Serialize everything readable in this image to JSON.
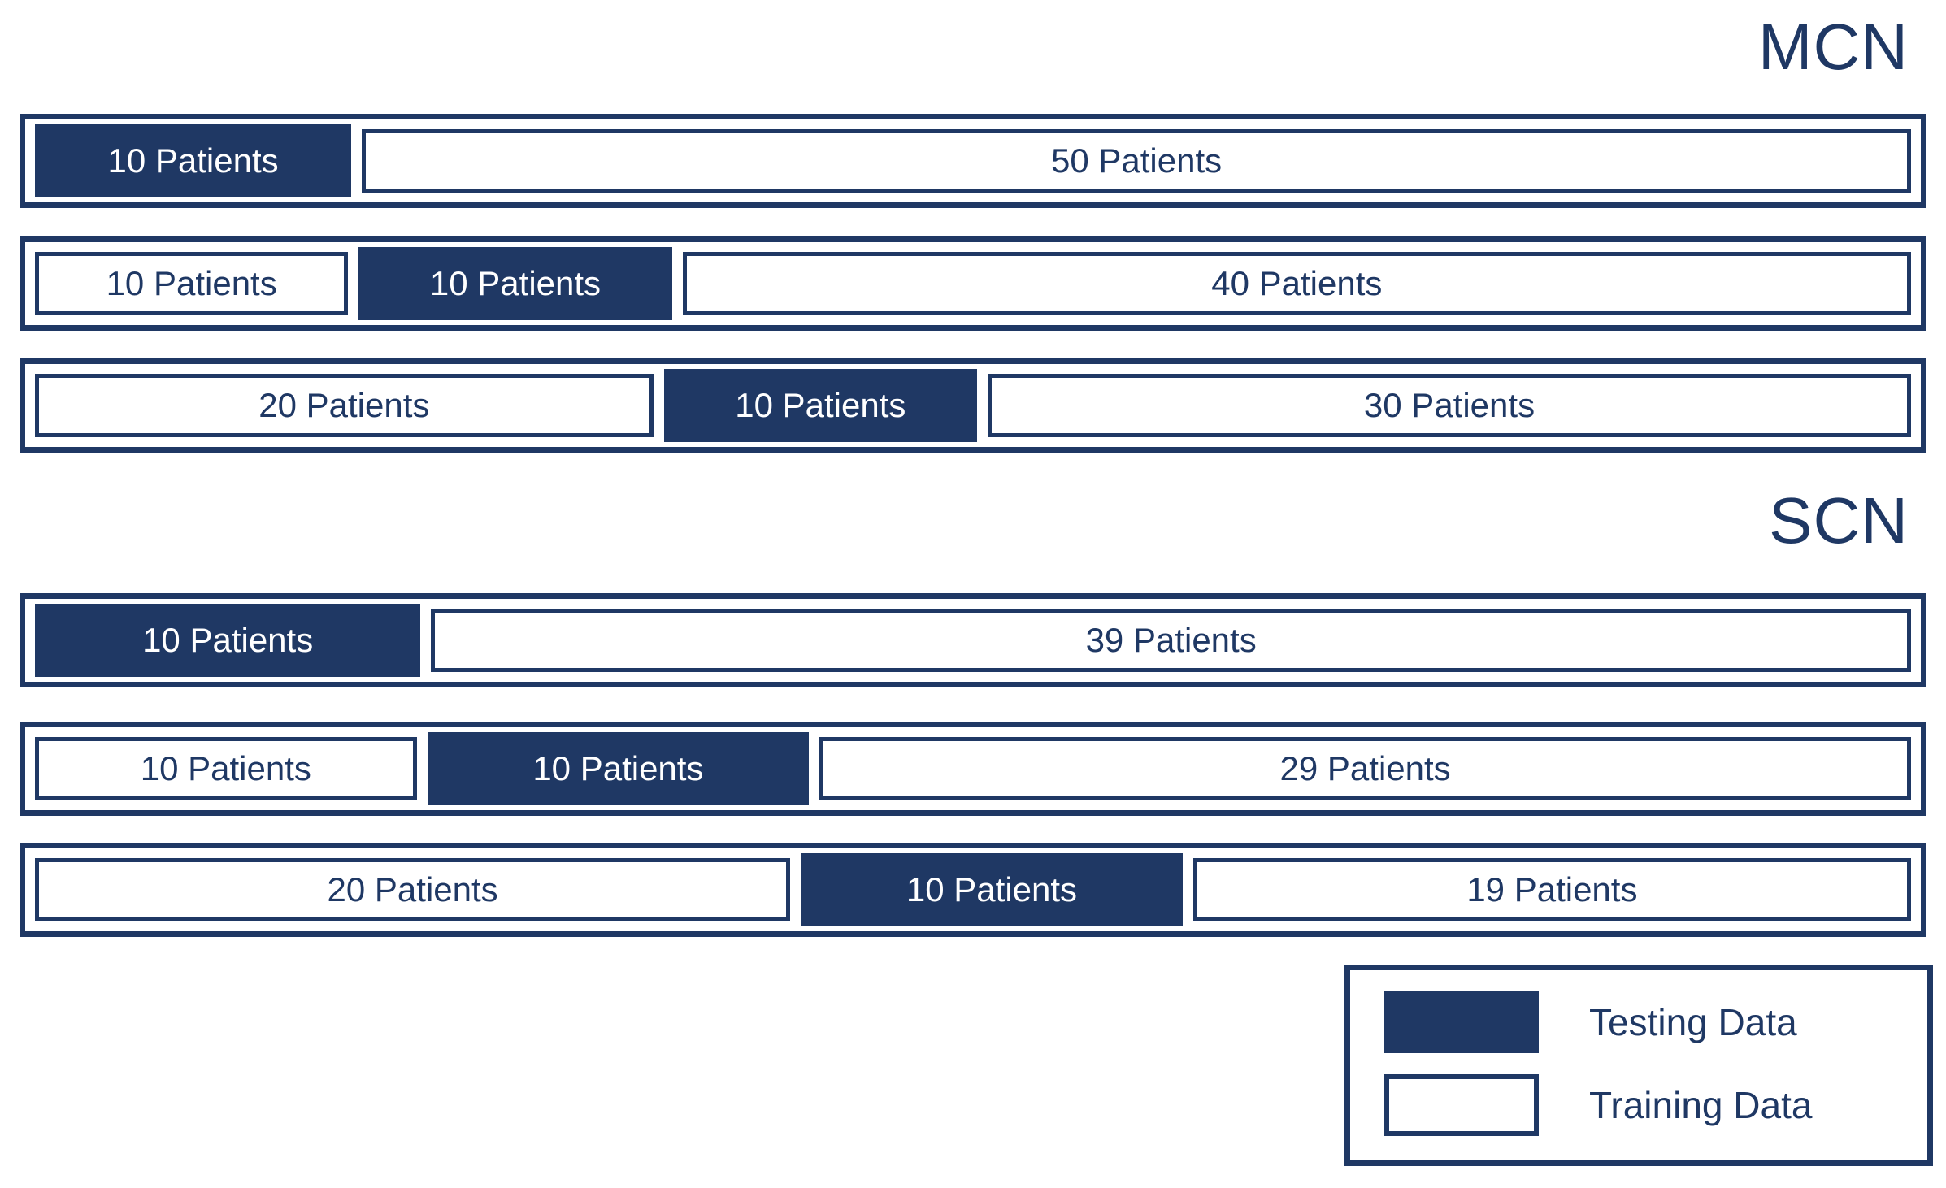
{
  "colors": {
    "navy": "#1f3864",
    "testing_fill": "#1f3864",
    "testing_text": "#ffffff",
    "training_fill": "#ffffff",
    "training_text": "#1f3864"
  },
  "sections": [
    {
      "title": "MCN",
      "rows": [
        {
          "segments": [
            {
              "label": "10 Patients",
              "value": 10,
              "type": "testing"
            },
            {
              "label": "50 Patients",
              "value": 50,
              "type": "training"
            }
          ]
        },
        {
          "segments": [
            {
              "label": "10 Patients",
              "value": 10,
              "type": "training"
            },
            {
              "label": "10 Patients",
              "value": 10,
              "type": "testing"
            },
            {
              "label": "40 Patients",
              "value": 40,
              "type": "training"
            }
          ]
        },
        {
          "segments": [
            {
              "label": "20 Patients",
              "value": 20,
              "type": "training"
            },
            {
              "label": "10 Patients",
              "value": 10,
              "type": "testing"
            },
            {
              "label": "30 Patients",
              "value": 30,
              "type": "training"
            }
          ]
        }
      ]
    },
    {
      "title": "SCN",
      "rows": [
        {
          "segments": [
            {
              "label": "10 Patients",
              "value": 10,
              "type": "testing"
            },
            {
              "label": "39 Patients",
              "value": 39,
              "type": "training"
            }
          ]
        },
        {
          "segments": [
            {
              "label": "10 Patients",
              "value": 10,
              "type": "training"
            },
            {
              "label": "10 Patients",
              "value": 10,
              "type": "testing"
            },
            {
              "label": "29 Patients",
              "value": 29,
              "type": "training"
            }
          ]
        },
        {
          "segments": [
            {
              "label": "20 Patients",
              "value": 20,
              "type": "training"
            },
            {
              "label": "10 Patients",
              "value": 10,
              "type": "testing"
            },
            {
              "label": "19 Patients",
              "value": 19,
              "type": "training"
            }
          ]
        }
      ]
    }
  ],
  "legend": {
    "items": [
      {
        "label": "Testing Data",
        "type": "testing"
      },
      {
        "label": "Training Data",
        "type": "training"
      }
    ]
  }
}
